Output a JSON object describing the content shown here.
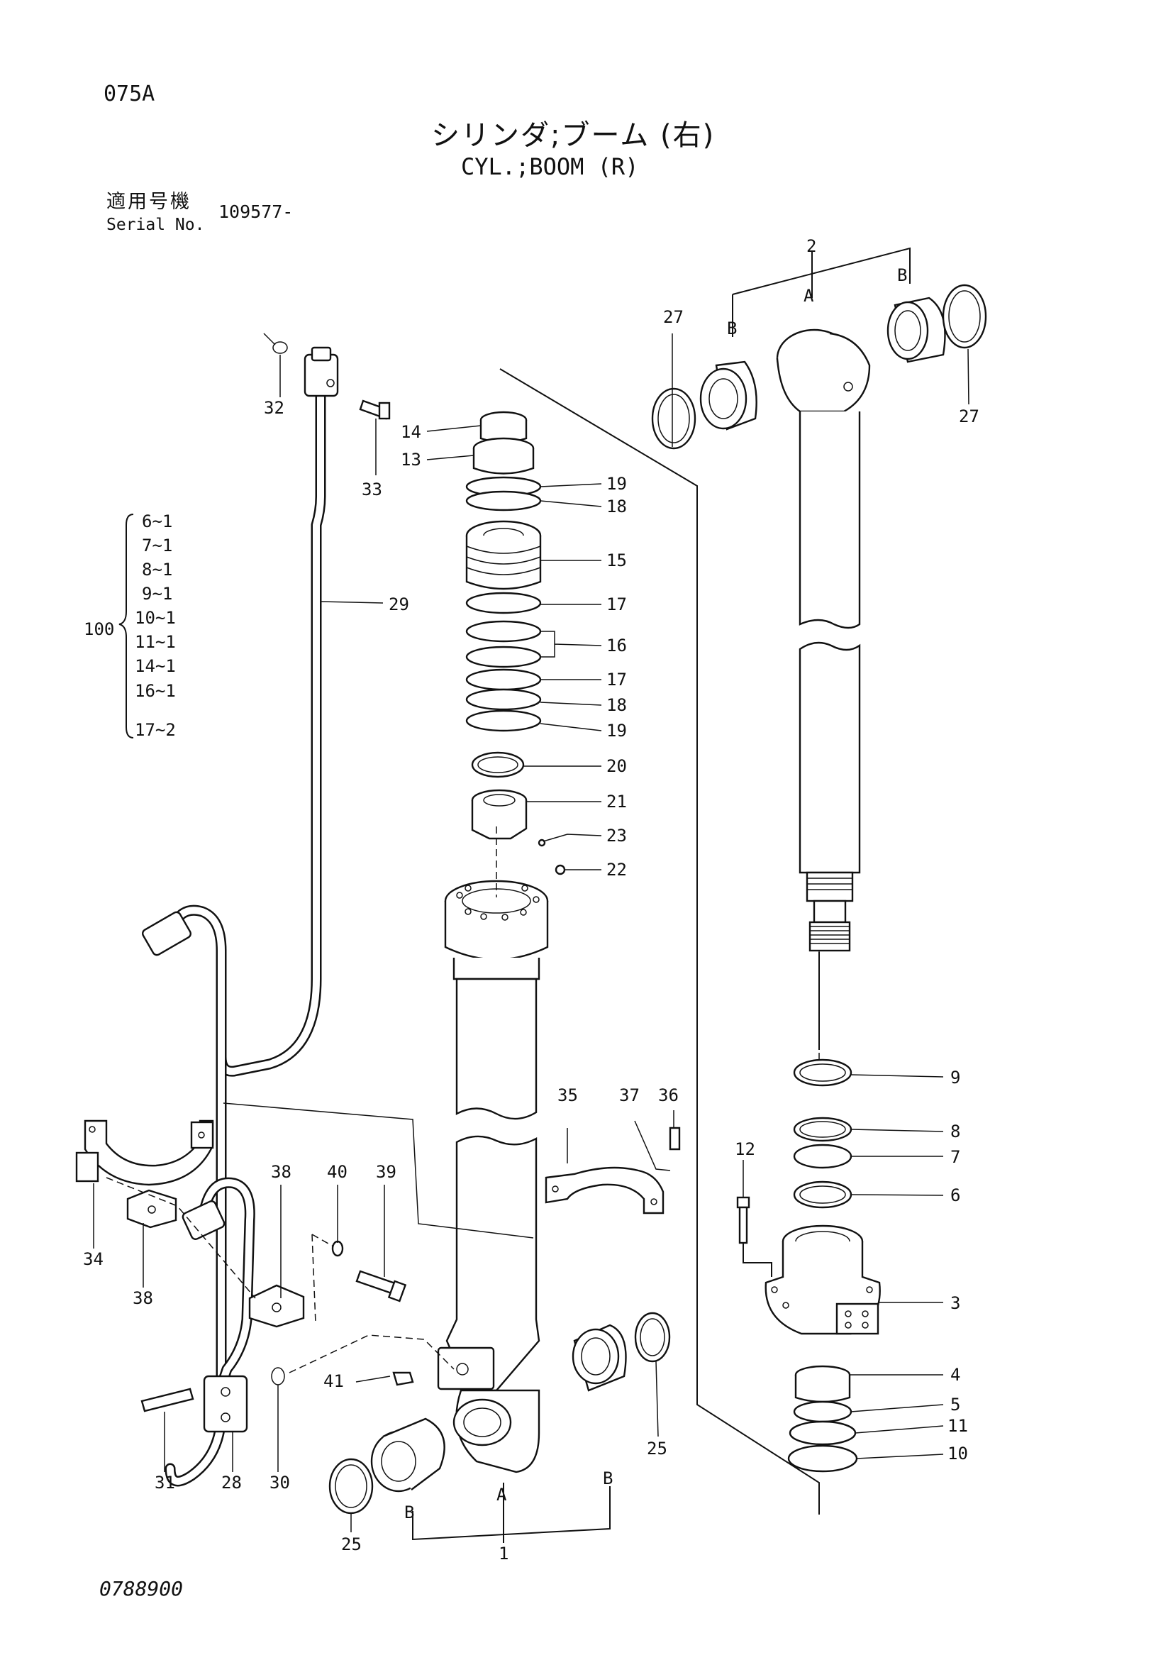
{
  "page_code": "075A",
  "title_jp": "シリンダ;ブーム (右)",
  "title_en": "CYL.;BOOM (R)",
  "serial": {
    "label_jp": "適用号機",
    "label_en": "Serial No.",
    "value": "109577-"
  },
  "doc_number": "0788900",
  "kit": {
    "number": "100",
    "items": [
      "6~1",
      "7~1",
      "8~1",
      "9~1",
      "10~1",
      "11~1",
      "14~1",
      "16~1",
      "17~2"
    ]
  },
  "callouts": {
    "p1": "1",
    "p2": "2",
    "p3": "3",
    "p4": "4",
    "p5": "5",
    "p6": "6",
    "p7": "7",
    "p8": "8",
    "p9": "9",
    "p10": "10",
    "p11": "11",
    "p12": "12",
    "p13": "13",
    "p14": "14",
    "p15": "15",
    "p16": "16",
    "p17a": "17",
    "p17b": "17",
    "p18a": "18",
    "p18b": "18",
    "p19a": "19",
    "p19b": "19",
    "p20": "20",
    "p21": "21",
    "p22": "22",
    "p23": "23",
    "p25a": "25",
    "p25b": "25",
    "p27a": "27",
    "p27b": "27",
    "p28": "28",
    "p29": "29",
    "p30": "30",
    "p31": "31",
    "p32": "32",
    "p33": "33",
    "p34": "34",
    "p35": "35",
    "p36": "36",
    "p37": "37",
    "p38a": "38",
    "p38b": "38",
    "p39": "39",
    "p40": "40",
    "p41": "41",
    "letter_a_top": "A",
    "letter_b_top_left": "B",
    "letter_b_top_right": "B",
    "letter_a_bottom": "A",
    "letter_b_bottom_left": "B",
    "letter_b_bottom_right": "B"
  }
}
